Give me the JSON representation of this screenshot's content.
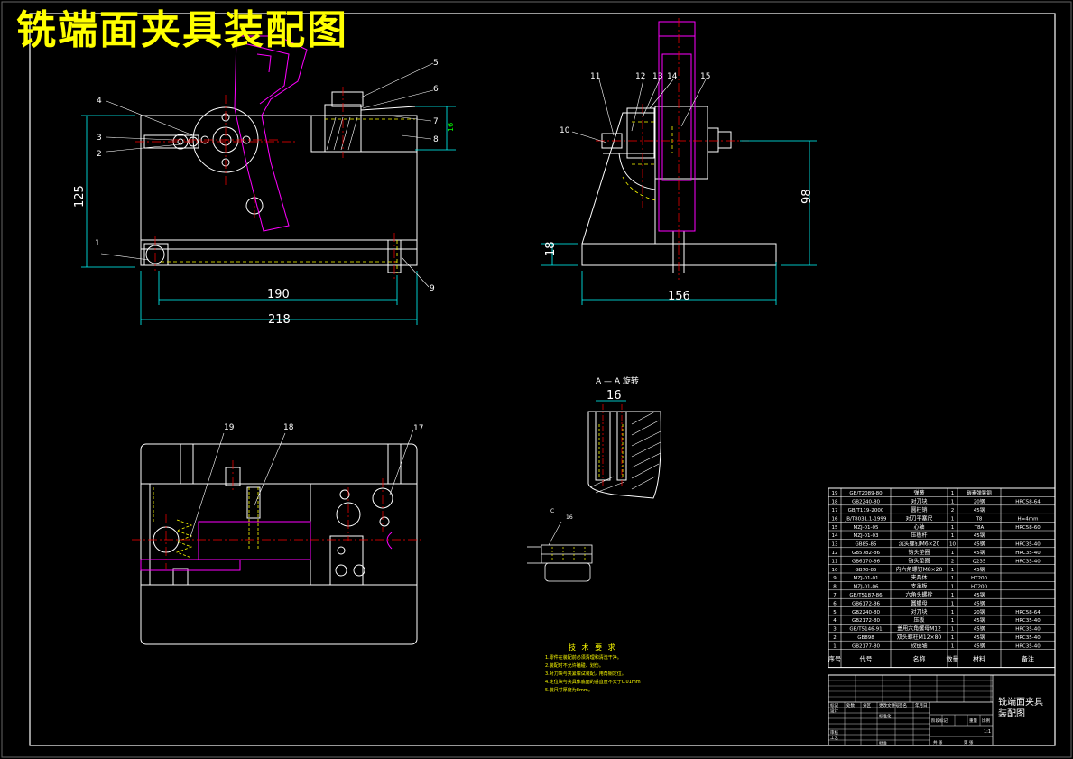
{
  "title": "铣端面夹具装配图",
  "section_label": "A — A  旋转",
  "front_dims": {
    "width_inner": "190",
    "width_outer": "218",
    "height": "125",
    "slot": "16"
  },
  "side_dims": {
    "width": "156",
    "height": "98",
    "base": "18"
  },
  "section_dim": "16",
  "detail_label": "C",
  "detail_num": "16",
  "callouts_front": [
    "1",
    "2",
    "3",
    "4",
    "5",
    "6",
    "7",
    "8",
    "9"
  ],
  "callouts_side": [
    "10",
    "11",
    "12",
    "13",
    "14",
    "15"
  ],
  "callouts_top": [
    "17",
    "18",
    "19"
  ],
  "tech_title": "技 术 要 求",
  "tech_lines": [
    "1.零件在装配前必须清理和清洗干净。",
    "2.装配时不允许磕碰、划伤。",
    "3.对刀块与夹紧钳试装配，用角钢定位。",
    "4.定位块与夹具体底面的垂直度不大于0.01mm",
    "5.装尺寸厚度为8mm。"
  ],
  "bom": [
    [
      "19",
      "GB/T2089-80",
      "弹簧",
      "1",
      "碳素弹簧钢",
      ""
    ],
    [
      "18",
      "GB2240-80",
      "对刀块",
      "1",
      "20钢",
      "HRC58-64"
    ],
    [
      "17",
      "GB/T119-2000",
      "圆柱销",
      "2",
      "45钢",
      ""
    ],
    [
      "16",
      "JB/T8031.1-1999",
      "对刀平塞尺",
      "1",
      "T8",
      "H=4mm"
    ],
    [
      "15",
      "MZJ-01-05",
      "心轴",
      "1",
      "T8A",
      "HRC58-60"
    ],
    [
      "14",
      "MZJ-01-03",
      "压板杆",
      "1",
      "45钢",
      ""
    ],
    [
      "13",
      "GB85-85",
      "沉头螺钉M6×20",
      "10",
      "45钢",
      "HRC35-40"
    ],
    [
      "12",
      "GB5782-86",
      "钩头垫圈",
      "1",
      "45钢",
      "HRC35-40"
    ],
    [
      "11",
      "GB6170-86",
      "钩头垫圈",
      "2",
      "Q235",
      "HRC35-40"
    ],
    [
      "10",
      "GB70-85",
      "内六角螺钉M8×20",
      "1",
      "45钢",
      ""
    ],
    [
      "9",
      "MZJ-01-01",
      "夹具体",
      "1",
      "HT200",
      ""
    ],
    [
      "8",
      "MZJ-01-06",
      "支承板",
      "1",
      "HT200",
      ""
    ],
    [
      "7",
      "GB/T5187-86",
      "六角头螺栓",
      "1",
      "45钢",
      ""
    ],
    [
      "6",
      "GB6172-86",
      "圆螺母",
      "1",
      "45钢",
      ""
    ],
    [
      "5",
      "GB2240-80",
      "对刀块",
      "1",
      "20钢",
      "HRC58-64"
    ],
    [
      "4",
      "GB2172-80",
      "压板",
      "1",
      "45钢",
      "HRC35-40"
    ],
    [
      "3",
      "GB/T5146-91",
      "盖用六角螺母M12",
      "1",
      "45钢",
      "HRC35-40"
    ],
    [
      "2",
      "GB898",
      "双头螺柱M12×80",
      "1",
      "45钢",
      "HRC35-40"
    ],
    [
      "1",
      "GB2177-80",
      "铰链轴",
      "1",
      "45钢",
      "HRC35-40"
    ]
  ],
  "bom_headers": [
    "序号",
    "代号",
    "名称",
    "数量",
    "材料",
    "备注"
  ],
  "title_block": {
    "name_line1": "铣端面夹具",
    "name_line2": "装配图",
    "scale": "1:1",
    "cells": [
      "标记",
      "处数",
      "分区",
      "更改文件号",
      "签名",
      "年月日",
      "设计",
      "标准化",
      "阶段标记",
      "重量",
      "比例",
      "审核",
      "工艺",
      "批准",
      "共 张",
      "第 张"
    ]
  },
  "colors": {
    "frame": "#ffffff",
    "center": "#ff0000",
    "dim": "#00ffff",
    "hidden": "#ffff00",
    "magenta": "#ff00ff",
    "dimtext": "#ffffff",
    "leader": "#00ff00"
  }
}
